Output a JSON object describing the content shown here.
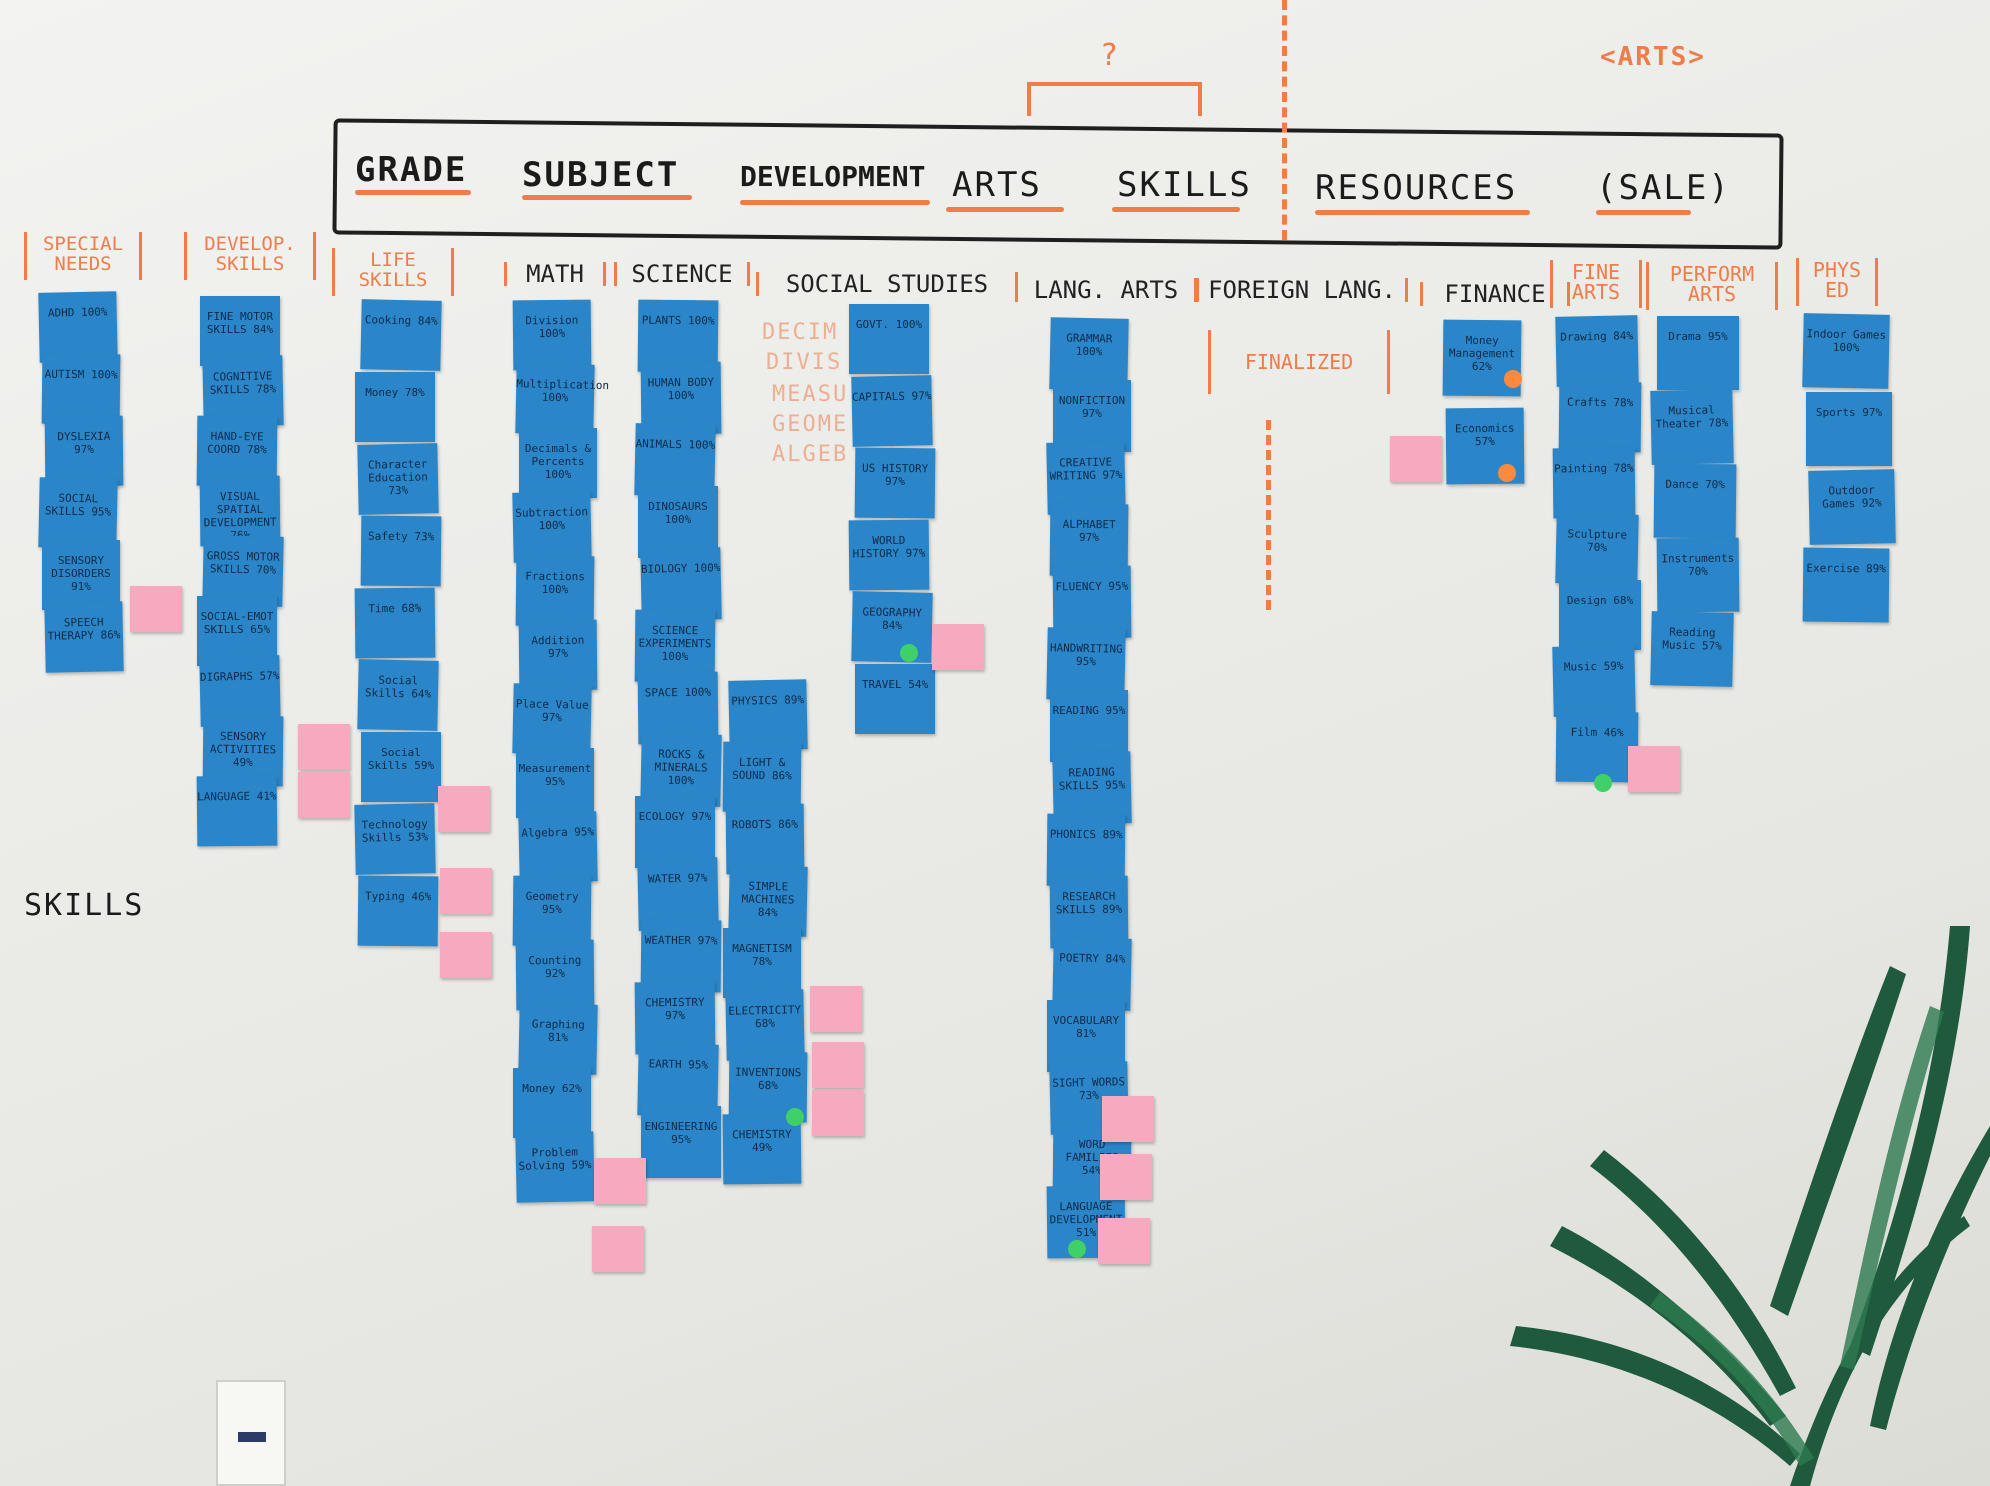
{
  "header": {
    "question_mark": "?",
    "arts_tag": "<ARTS>",
    "nav_items": [
      "GRADE",
      "SUBJECT",
      "DEVELOPMENT",
      "ARTS",
      "SKILLS",
      "RESOURCES",
      "(SALE)"
    ],
    "finalized": "FINALIZED",
    "skills_label": "SKILLS"
  },
  "faded_text": [
    "DECIM",
    "DIVIS",
    "MEASU",
    "GEOME",
    "ALGEB"
  ],
  "columns": [
    {
      "label": "SPECIAL NEEDS",
      "notes": [
        "ADHD 100%",
        "AUTISM 100%",
        "DYSLEXIA 97%",
        "SOCIAL SKILLS 95%",
        "SENSORY DISORDERS 91%",
        "SPEECH THERAPY 86%"
      ]
    },
    {
      "label": "DEVELOP. SKILLS",
      "notes": [
        "FINE MOTOR SKILLS 84%",
        "COGNITIVE SKILLS 78%",
        "HAND-EYE COORD 78%",
        "VISUAL SPATIAL DEVELOPMENT 76%",
        "GROSS MOTOR SKILLS 70%",
        "SOCIAL-EMOT SKILLS 65%",
        "DIGRAPHS 57%",
        "SENSORY ACTIVITIES 49%",
        "LANGUAGE 41%"
      ]
    },
    {
      "label": "LIFE SKILLS",
      "notes": [
        "Cooking 84%",
        "Money 78%",
        "Character Education 73%",
        "Safety 73%",
        "Time 68%",
        "Social Skills 64%",
        "Social Skills 59%",
        "Technology Skills 53%",
        "Typing 46%"
      ]
    },
    {
      "label": "MATH",
      "notes": [
        "Division 100%",
        "Multiplication 100%",
        "Decimals & Percents 100%",
        "Subtraction 100%",
        "Fractions 100%",
        "Addition 97%",
        "Place Value 97%",
        "Measurement 95%",
        "Algebra 95%",
        "Geometry 95%",
        "Counting 92%",
        "Graphing 81%",
        "Money 62%",
        "Problem Solving 59%"
      ]
    },
    {
      "label": "SCIENCE",
      "notes": [
        "PLANTS 100%",
        "HUMAN BODY 100%",
        "ANIMALS 100%",
        "DINOSAURS 100%",
        "BIOLOGY 100%",
        "SCIENCE EXPERIMENTS 100%",
        "SPACE 100%",
        "ROCKS & MINERALS 100%",
        "ECOLOGY 97%",
        "WATER 97%",
        "WEATHER 97%",
        "CHEMISTRY 97%",
        "EARTH 95%",
        "ENGINEERING 95%"
      ]
    },
    {
      "label": "",
      "notes": [
        "PHYSICS 89%",
        "LIGHT & SOUND 86%",
        "ROBOTS 86%",
        "SIMPLE MACHINES 84%",
        "MAGNETISM 78%",
        "ELECTRICITY 68%",
        "INVENTIONS 68%",
        "CHEMISTRY 49%"
      ]
    },
    {
      "label": "SOCIAL STUDIES",
      "notes": [
        "GOVT. 100%",
        "CAPITALS 97%",
        "US HISTORY 97%",
        "WORLD HISTORY 97%",
        "GEOGRAPHY 84%",
        "TRAVEL 54%"
      ]
    },
    {
      "label": "LANG. ARTS",
      "notes": [
        "GRAMMAR 100%",
        "NONFICTION 97%",
        "CREATIVE WRITING 97%",
        "ALPHABET 97%",
        "FLUENCY 95%",
        "HANDWRITING 95%",
        "READING 95%",
        "READING SKILLS 95%",
        "PHONICS 89%",
        "RESEARCH SKILLS 89%",
        "POETRY 84%",
        "VOCABULARY 81%",
        "SIGHT WORDS 73%",
        "WORD FAMILIES 54%",
        "LANGUAGE DEVELOPMENT 51%"
      ]
    },
    {
      "label": "FOREIGN LANG.",
      "notes": []
    },
    {
      "label": "FINANCE",
      "notes": [
        "Money Management 62%",
        "Economics 57%"
      ]
    },
    {
      "label": "FINE ARTS",
      "notes": [
        "Drawing 84%",
        "Crafts 78%",
        "Painting 78%",
        "Sculpture 70%",
        "Design 68%",
        "Music 59%",
        "Film 46%"
      ]
    },
    {
      "label": "PERFORM ARTS",
      "notes": [
        "Drama 95%",
        "Musical Theater 78%",
        "Dance 70%",
        "Instruments 70%",
        "Reading Music 57%"
      ]
    },
    {
      "label": "PHYS ED",
      "notes": [
        "Indoor Games 100%",
        "Sports 97%",
        "Outdoor Games 92%",
        "Exercise 89%"
      ]
    }
  ],
  "colors": {
    "note_blue": "#2b86c9",
    "note_pink": "#f7a9c0",
    "marker_orange": "#f07c4a",
    "marker_black": "#1b1b1b",
    "dot_green": "#3fd067",
    "dot_orange": "#ff8a3d"
  }
}
